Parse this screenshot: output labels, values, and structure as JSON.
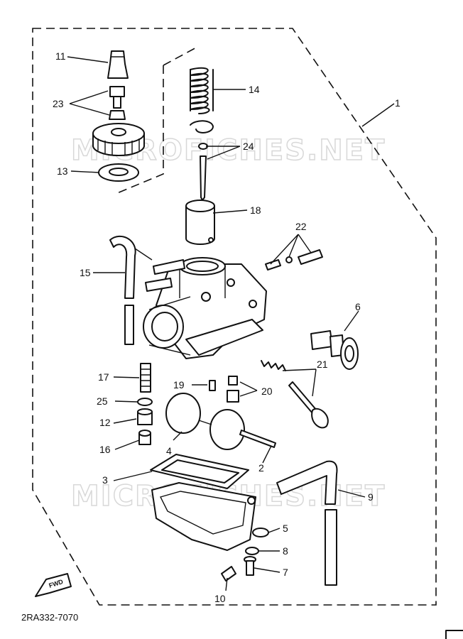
{
  "diagram": {
    "drawing_code": "2RA332-7070",
    "watermark": "MICROFICHES.NET",
    "fwd_label": "FWD",
    "parts": [
      {
        "id": "p1",
        "label": "1"
      },
      {
        "id": "p2",
        "label": "2"
      },
      {
        "id": "p3",
        "label": "3"
      },
      {
        "id": "p4",
        "label": "4"
      },
      {
        "id": "p5",
        "label": "5"
      },
      {
        "id": "p6",
        "label": "6"
      },
      {
        "id": "p7",
        "label": "7"
      },
      {
        "id": "p8",
        "label": "8"
      },
      {
        "id": "p9",
        "label": "9"
      },
      {
        "id": "p10",
        "label": "10"
      },
      {
        "id": "p11",
        "label": "11"
      },
      {
        "id": "p12",
        "label": "12"
      },
      {
        "id": "p13",
        "label": "13"
      },
      {
        "id": "p14",
        "label": "14"
      },
      {
        "id": "p15",
        "label": "15"
      },
      {
        "id": "p16",
        "label": "16"
      },
      {
        "id": "p17",
        "label": "17"
      },
      {
        "id": "p18",
        "label": "18"
      },
      {
        "id": "p19",
        "label": "19"
      },
      {
        "id": "p20",
        "label": "20"
      },
      {
        "id": "p21",
        "label": "21"
      },
      {
        "id": "p22",
        "label": "22"
      },
      {
        "id": "p23",
        "label": "23"
      },
      {
        "id": "p24",
        "label": "24"
      },
      {
        "id": "p25",
        "label": "25"
      }
    ]
  }
}
